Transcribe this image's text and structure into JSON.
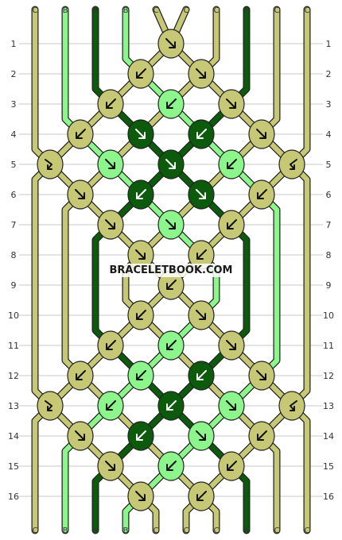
{
  "watermark": "BRACELETBOOK.COM",
  "colors": {
    "A": "#0c5a0c",
    "B": "#8cf58c",
    "C": "#c6c875",
    "outline": "#222222",
    "grid": "#c8c8c8"
  },
  "strands_top": [
    "C",
    "B",
    "A",
    "B",
    "C",
    "C",
    "C",
    "A",
    "C",
    "C"
  ],
  "strands_bottom": [
    "C",
    "B",
    "A",
    "B",
    "C",
    "C",
    "C",
    "A",
    "C",
    "C"
  ],
  "row_numbers": [
    "1",
    "2",
    "3",
    "4",
    "5",
    "6",
    "7",
    "8",
    "9",
    "10",
    "11",
    "12",
    "13",
    "14",
    "15",
    "16"
  ],
  "knots": [
    {
      "row": 1,
      "col": 4,
      "color": "C",
      "arrow": "se"
    },
    {
      "row": 2,
      "col": 3,
      "color": "C",
      "arrow": "sw"
    },
    {
      "row": 2,
      "col": 5,
      "color": "C",
      "arrow": "se"
    },
    {
      "row": 3,
      "col": 2,
      "color": "C",
      "arrow": "sw"
    },
    {
      "row": 3,
      "col": 4,
      "color": "B",
      "arrow": "sw"
    },
    {
      "row": 3,
      "col": 6,
      "color": "C",
      "arrow": "se"
    },
    {
      "row": 4,
      "col": 1,
      "color": "C",
      "arrow": "sw"
    },
    {
      "row": 4,
      "col": 3,
      "color": "A",
      "arrow": "se"
    },
    {
      "row": 4,
      "col": 5,
      "color": "A",
      "arrow": "sw"
    },
    {
      "row": 4,
      "col": 7,
      "color": "C",
      "arrow": "se"
    },
    {
      "row": 5,
      "col": 0,
      "color": "C",
      "arrow": "bse"
    },
    {
      "row": 5,
      "col": 2,
      "color": "B",
      "arrow": "se"
    },
    {
      "row": 5,
      "col": 4,
      "color": "A",
      "arrow": "se"
    },
    {
      "row": 5,
      "col": 6,
      "color": "B",
      "arrow": "sw"
    },
    {
      "row": 5,
      "col": 8,
      "color": "C",
      "arrow": "bsw"
    },
    {
      "row": 6,
      "col": 1,
      "color": "C",
      "arrow": "se"
    },
    {
      "row": 6,
      "col": 3,
      "color": "A",
      "arrow": "sw"
    },
    {
      "row": 6,
      "col": 5,
      "color": "A",
      "arrow": "se"
    },
    {
      "row": 6,
      "col": 7,
      "color": "C",
      "arrow": "sw"
    },
    {
      "row": 7,
      "col": 2,
      "color": "C",
      "arrow": "se"
    },
    {
      "row": 7,
      "col": 4,
      "color": "B",
      "arrow": "se"
    },
    {
      "row": 7,
      "col": 6,
      "color": "C",
      "arrow": "sw"
    },
    {
      "row": 8,
      "col": 3,
      "color": "C",
      "arrow": "se"
    },
    {
      "row": 8,
      "col": 5,
      "color": "C",
      "arrow": "sw"
    },
    {
      "row": 9,
      "col": 4,
      "color": "C",
      "arrow": "sw"
    },
    {
      "row": 10,
      "col": 3,
      "color": "C",
      "arrow": "sw"
    },
    {
      "row": 10,
      "col": 5,
      "color": "C",
      "arrow": "se"
    },
    {
      "row": 11,
      "col": 2,
      "color": "C",
      "arrow": "sw"
    },
    {
      "row": 11,
      "col": 4,
      "color": "B",
      "arrow": "sw"
    },
    {
      "row": 11,
      "col": 6,
      "color": "C",
      "arrow": "se"
    },
    {
      "row": 12,
      "col": 1,
      "color": "C",
      "arrow": "sw"
    },
    {
      "row": 12,
      "col": 3,
      "color": "B",
      "arrow": "sw"
    },
    {
      "row": 12,
      "col": 5,
      "color": "A",
      "arrow": "sw"
    },
    {
      "row": 12,
      "col": 7,
      "color": "C",
      "arrow": "se"
    },
    {
      "row": 13,
      "col": 0,
      "color": "C",
      "arrow": "bse"
    },
    {
      "row": 13,
      "col": 2,
      "color": "B",
      "arrow": "sw"
    },
    {
      "row": 13,
      "col": 4,
      "color": "A",
      "arrow": "sw"
    },
    {
      "row": 13,
      "col": 6,
      "color": "B",
      "arrow": "se"
    },
    {
      "row": 13,
      "col": 8,
      "color": "C",
      "arrow": "bsw"
    },
    {
      "row": 14,
      "col": 1,
      "color": "C",
      "arrow": "se"
    },
    {
      "row": 14,
      "col": 3,
      "color": "A",
      "arrow": "sw"
    },
    {
      "row": 14,
      "col": 5,
      "color": "B",
      "arrow": "se"
    },
    {
      "row": 14,
      "col": 7,
      "color": "C",
      "arrow": "sw"
    },
    {
      "row": 15,
      "col": 2,
      "color": "C",
      "arrow": "se"
    },
    {
      "row": 15,
      "col": 4,
      "color": "B",
      "arrow": "sw"
    },
    {
      "row": 15,
      "col": 6,
      "color": "C",
      "arrow": "sw"
    },
    {
      "row": 16,
      "col": 3,
      "color": "C",
      "arrow": "se"
    },
    {
      "row": 16,
      "col": 5,
      "color": "C",
      "arrow": "sw"
    }
  ]
}
